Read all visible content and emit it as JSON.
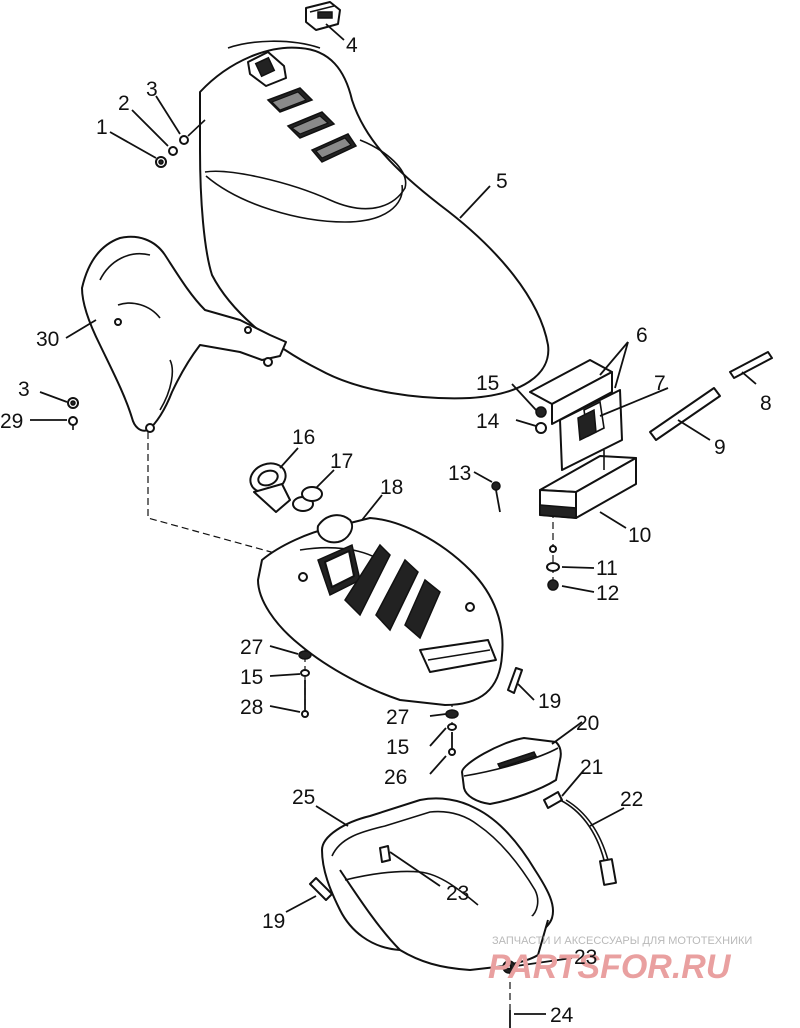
{
  "callouts": {
    "c1": "1",
    "c2": "2",
    "c3a": "3",
    "c3b": "3",
    "c4": "4",
    "c5": "5",
    "c6": "6",
    "c7": "7",
    "c8": "8",
    "c9": "9",
    "c10": "10",
    "c11": "11",
    "c12": "12",
    "c13": "13",
    "c14": "14",
    "c15a": "15",
    "c15b": "15",
    "c15c": "15",
    "c16": "16",
    "c17": "17",
    "c18": "18",
    "c19a": "19",
    "c19b": "19",
    "c20": "20",
    "c21": "21",
    "c22": "22",
    "c23a": "23",
    "c23b": "23",
    "c24": "24",
    "c25": "25",
    "c26": "26",
    "c27a": "27",
    "c27b": "27",
    "c28": "28",
    "c29": "29",
    "c30": "30"
  },
  "watermark": {
    "tagline": "ЗАПЧАСТИ И АКСЕССУАРЫ ДЛЯ МОТОТЕХНИКИ",
    "site": "PARTSFOR.RU",
    "color": "#e9a0a0"
  }
}
